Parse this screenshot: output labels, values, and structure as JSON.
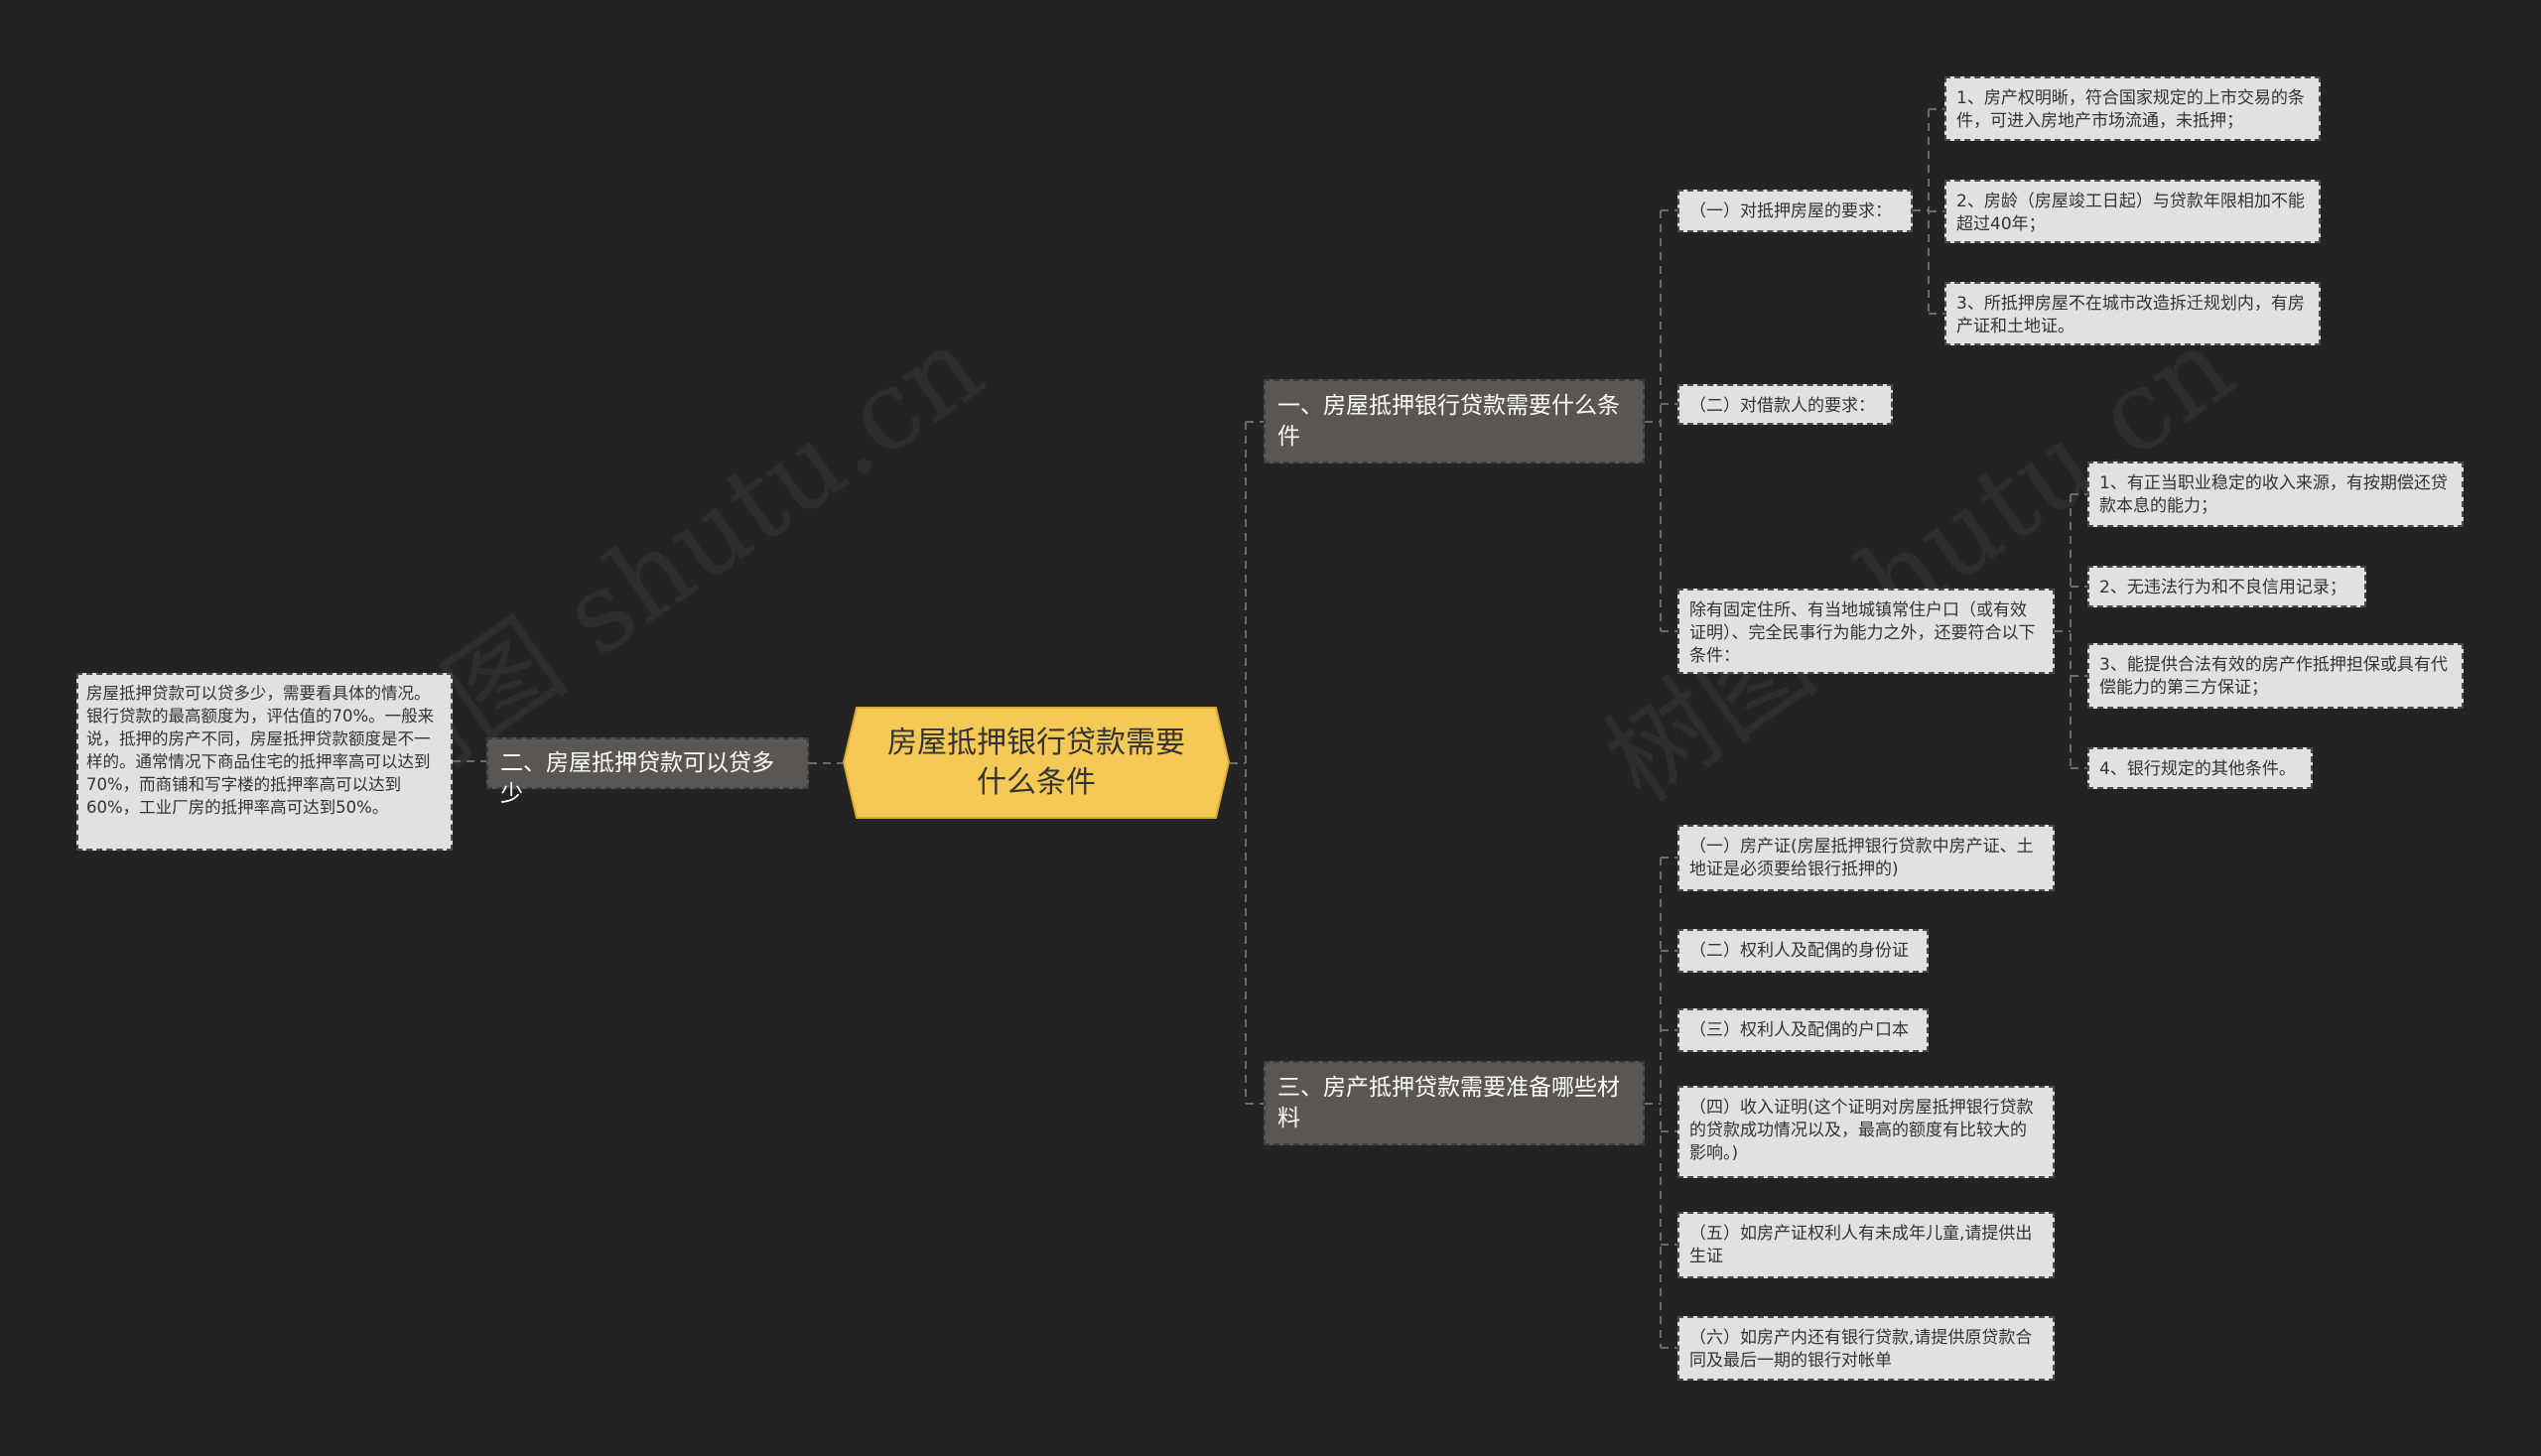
{
  "watermark": "树图 shutu.cn",
  "colors": {
    "background": "#232323",
    "center": "#f5c955",
    "branch": "#5a5654",
    "leaf": "#e1e1e1",
    "connector": "#6b6b6b"
  },
  "center": {
    "label": "房屋抵押银行贷款需要什么条件"
  },
  "left": {
    "branch": "二、房屋抵押贷款可以贷多少",
    "leaf": "房屋抵押贷款可以贷多少，需要看具体的情况。银行贷款的最高额度为，评估值的70%。一般来说，抵押的房产不同，房屋抵押贷款额度是不一样的。通常情况下商品住宅的抵押率高可以达到70%，而商铺和写字楼的抵押率高可以达到60%，工业厂房的抵押率高可达到50%。"
  },
  "branch1": {
    "label": "一、房屋抵押银行贷款需要什么条件",
    "house": {
      "label": "（一）对抵押房屋的要求：",
      "items": [
        "1、房产权明晰，符合国家规定的上市交易的条件，可进入房地产市场流通，未抵押；",
        "2、房龄（房屋竣工日起）与贷款年限相加不能超过40年；",
        "3、所抵押房屋不在城市改造拆迁规划内，有房产证和土地证。"
      ]
    },
    "borrower": {
      "label": "（二）对借款人的要求："
    },
    "conditions": {
      "label": "除有固定住所、有当地城镇常住户口（或有效证明）、完全民事行为能力之外，还要符合以下条件：",
      "items": [
        "1、有正当职业稳定的收入来源，有按期偿还贷款本息的能力；",
        "2、无违法行为和不良信用记录；",
        "3、能提供合法有效的房产作抵押担保或具有代偿能力的第三方保证；",
        "4、银行规定的其他条件。"
      ]
    }
  },
  "branch3": {
    "label": "三、房产抵押贷款需要准备哪些材料",
    "items": [
      "（一）房产证(房屋抵押银行贷款中房产证、土地证是必须要给银行抵押的)",
      "（二）权利人及配偶的身份证",
      "（三）权利人及配偶的户口本",
      "（四）收入证明(这个证明对房屋抵押银行贷款的贷款成功情况以及，最高的额度有比较大的影响。)",
      "（五）如房产证权利人有未成年儿童,请提供出生证",
      "（六）如房产内还有银行贷款,请提供原贷款合同及最后一期的银行对帐单"
    ]
  }
}
